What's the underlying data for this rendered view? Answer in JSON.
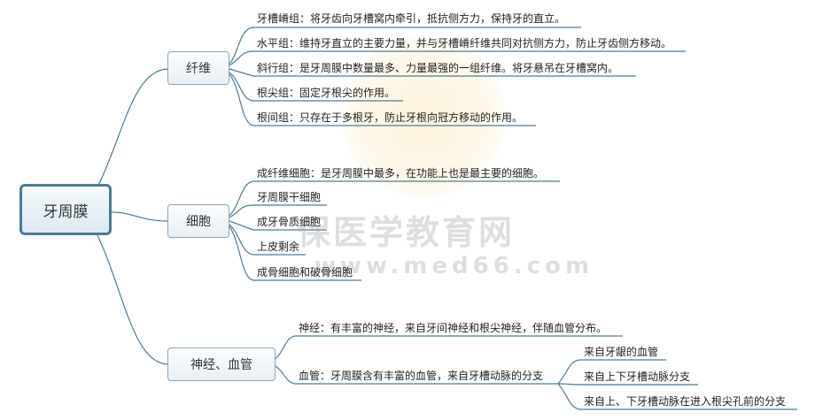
{
  "root": "牙周膜",
  "categories": [
    {
      "label": "纤维",
      "items": [
        "牙槽嵴组：将牙齿向牙槽窝内牵引，抵抗侧方力，保持牙的直立。",
        "水平组：维持牙直立的主要力量，并与牙槽嵴纤维共同对抗侧方力，防止牙齿侧方移动。",
        "斜行组：是牙周膜中数量最多、力量最强的一组纤维。将牙悬吊在牙槽窝内。",
        "根尖组：固定牙根尖的作用。",
        "根间组：只存在于多根牙，防止牙根向冠方移动的作用。"
      ]
    },
    {
      "label": "细胞",
      "items": [
        "成纤维细胞：是牙周膜中最多，在功能上也是最主要的细胞。",
        "牙周膜干细胞",
        "成牙骨质细胞",
        "上皮剩余",
        "成骨细胞和破骨细胞"
      ]
    },
    {
      "label": "神经、血管",
      "nerve": "神经：有丰富的神经，来自牙间神经和根尖神经，伴随血管分布。",
      "vessel": "血管：牙周膜含有丰富的血管，来自牙槽动脉的分支",
      "vessel_items": [
        "来自牙龈的血管",
        "来自上下牙槽动脉分支",
        "来自上、下牙槽动脉在进入根尖孔前的分支"
      ]
    }
  ],
  "watermark": {
    "cn": "保医学教育网",
    "url": "www.med66.com"
  },
  "colors": {
    "line": "#4a7c96",
    "root_border": "#4a7c96",
    "watermark_gold": "#f0c060",
    "watermark_gray": "#a0a0a0"
  }
}
